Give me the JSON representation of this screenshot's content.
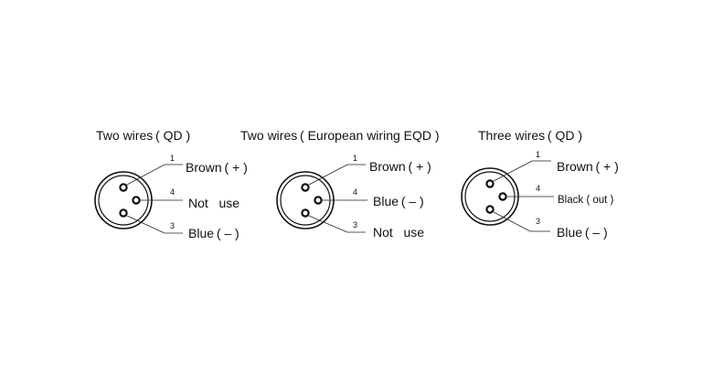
{
  "connectors": [
    {
      "title": "Two wires ( QD )",
      "pins": [
        {
          "num": "1",
          "label": "Brown ( + )"
        },
        {
          "num": "4",
          "label": "Not   use"
        },
        {
          "num": "3",
          "label": "Blue ( – )"
        }
      ]
    },
    {
      "title": "Two wires ( European wiring EQD )",
      "pins": [
        {
          "num": "1",
          "label": "Brown ( + )"
        },
        {
          "num": "4",
          "label": "Blue ( – )"
        },
        {
          "num": "3",
          "label": "Not   use"
        }
      ]
    },
    {
      "title": "Three wires ( QD )",
      "pins": [
        {
          "num": "1",
          "label": "Brown ( + )"
        },
        {
          "num": "4",
          "label": "Black ( out )"
        },
        {
          "num": "3",
          "label": "Blue ( – )"
        }
      ]
    }
  ]
}
